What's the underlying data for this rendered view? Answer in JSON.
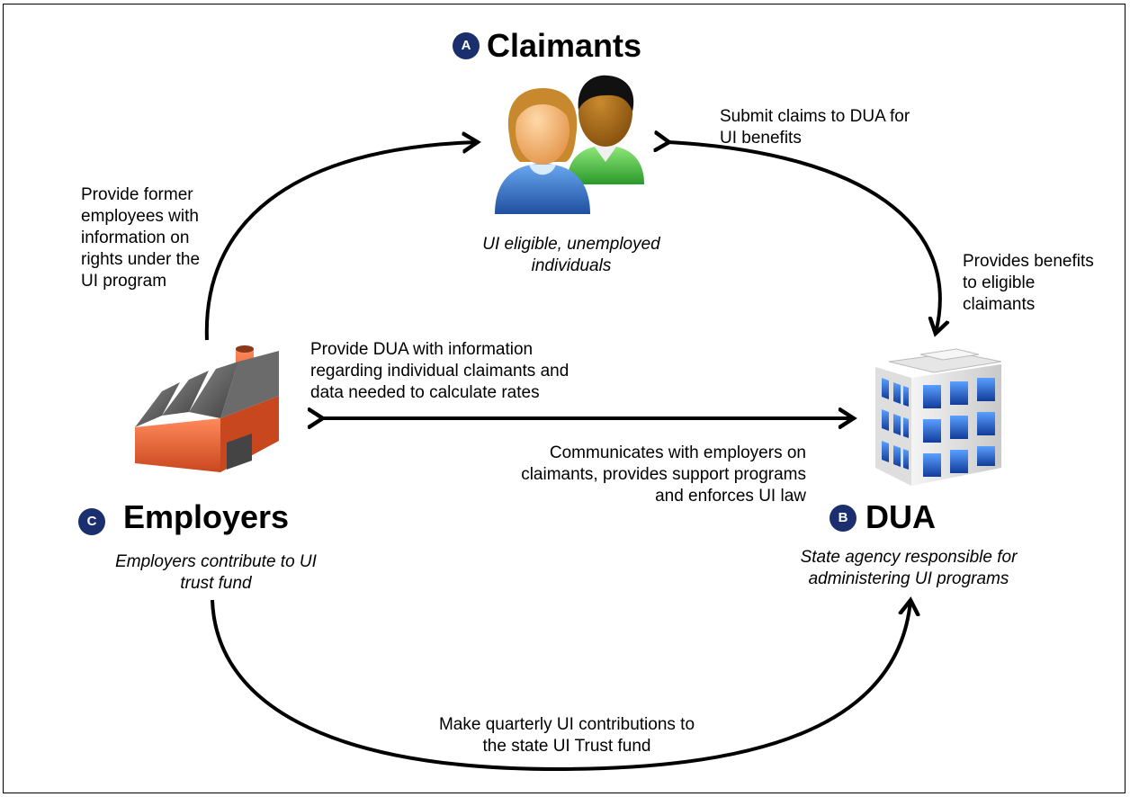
{
  "colors": {
    "badge": "#1b2f6e",
    "arrow": "#000000",
    "factory_wall": "#e8663c",
    "factory_roof": "#5b5b5b",
    "building_window": "#1f5fd6",
    "claimant_female_shirt": "#2d6fc4",
    "claimant_male_shirt": "#44c043"
  },
  "claimants": {
    "badge": "A",
    "title": "Claimants",
    "description": "UI eligible, unemployed\nindividuals",
    "icon": "people-icon"
  },
  "dua": {
    "badge": "B",
    "title": "DUA",
    "description": "State agency responsible for\nadministering UI programs",
    "icon": "office-building-icon"
  },
  "employers": {
    "badge": "C",
    "title": "Employers",
    "description": "Employers contribute to UI\ntrust fund",
    "icon": "factory-icon"
  },
  "flows": {
    "employers_to_claimants": "Provide former\nemployees with\ninformation on\nrights under the\nUI program",
    "claimants_to_dua": "Submit claims to DUA for\nUI benefits",
    "dua_to_claimants": "Provides benefits\nto eligible\nclaimants",
    "employers_to_dua": "Provide DUA with information\nregarding individual claimants and\ndata needed to calculate rates",
    "dua_to_employers": "Communicates with employers on\nclaimants, provides support programs\nand enforces UI law",
    "employers_contributions": "Make quarterly UI contributions to\nthe  state UI Trust fund"
  }
}
